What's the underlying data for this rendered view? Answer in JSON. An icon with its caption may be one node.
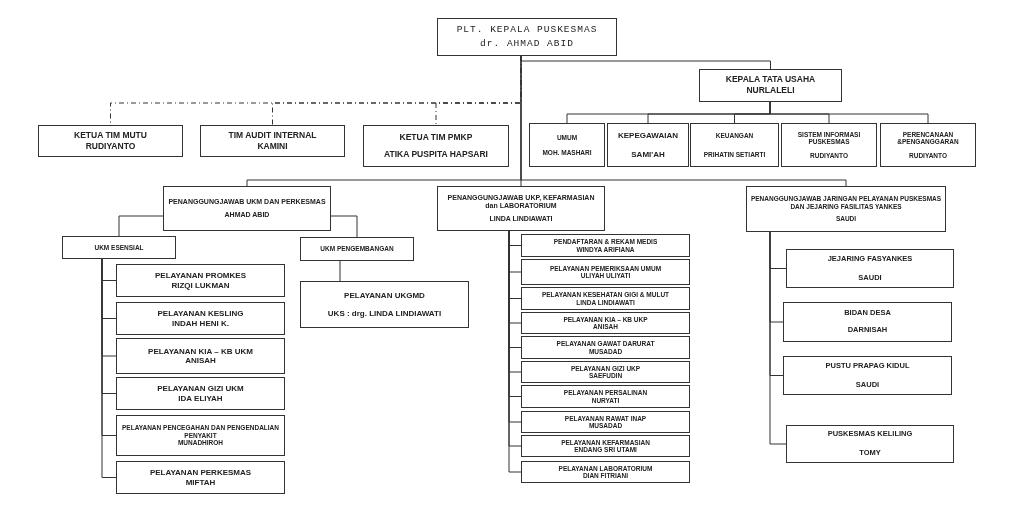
{
  "diagram": {
    "nodes": [
      {
        "text": [
          "PLT. KEPALA PUSKESMAS",
          "dr. AHMAD ABID"
        ]
      },
      {
        "text": [
          "KEPALA TATA USAHA",
          "NURLALELI"
        ]
      },
      {
        "text": [
          "KETUA TIM MUTU",
          "RUDIYANTO"
        ]
      },
      {
        "text": [
          "TIM AUDIT INTERNAL",
          "KAMINI"
        ]
      },
      {
        "text": [
          "KETUA TIM PMKP",
          "ATIKA PUSPITA HAPSARI"
        ]
      },
      {
        "text": [
          "UMUM",
          "MOH. MASHARI"
        ]
      },
      {
        "text": [
          "KEPEGAWAIAN",
          "SAMI'AH"
        ]
      },
      {
        "text": [
          "KEUANGAN",
          "PRIHATIN SETIARTI"
        ]
      },
      {
        "text": [
          "SISTEM INFORMASI PUSKESMAS",
          "RUDIYANTO"
        ]
      },
      {
        "text": [
          "PERENCANAAN &PENGANGGARAN",
          "RUDIYANTO"
        ]
      },
      {
        "text": [
          "PENANGGUNGJAWAB UKM DAN PERKESMAS",
          "AHMAD ABID"
        ]
      },
      {
        "text": [
          "PENANGGUNGJAWAB UKP, KEFARMASIAN dan LABORATORIUM",
          "LINDA LINDIAWATI"
        ]
      },
      {
        "text": [
          "PENANGGUNGJAWAB JARINGAN PELAYANAN PUSKESMAS DAN JEJARING FASILITAS YANKES",
          "SAUDI"
        ]
      },
      {
        "text": [
          "UKM ESENSIAL"
        ]
      },
      {
        "text": [
          "UKM PENGEMBANGAN"
        ]
      },
      {
        "text": [
          "PELAYANAN PROMKES",
          "RIZQI LUKMAN"
        ]
      },
      {
        "text": [
          "PELAYANAN KESLING",
          "INDAH HENI K."
        ]
      },
      {
        "text": [
          "PELAYANAN KIA – KB UKM",
          "ANISAH"
        ]
      },
      {
        "text": [
          "PELAYANAN GIZI UKM",
          "IDA ELIYAH"
        ]
      },
      {
        "text": [
          "PELAYANAN PENCEGAHAN DAN PENGENDALIAN PENYAKIT",
          "MUNADHIROH"
        ]
      },
      {
        "text": [
          "PELAYANAN PERKESMAS",
          "MIFTAH"
        ]
      },
      {
        "text": [
          "PELAYANAN UKGMD",
          "UKS : drg. LINDA LINDIAWATI"
        ]
      },
      {
        "text": [
          "PENDAFTARAN & REKAM MEDIS",
          "WINDYA ARIFIANA"
        ]
      },
      {
        "text": [
          "PELAYANAN PEMERIKSAAN UMUM",
          "ULIYAH ULIYATI"
        ]
      },
      {
        "text": [
          "PELAYANAN KESEHATAN GIGI & MULUT",
          "LINDA LINDIAWATI"
        ]
      },
      {
        "text": [
          "PELAYANAN KIA – KB UKP",
          "ANISAH"
        ]
      },
      {
        "text": [
          "PELAYANAN GAWAT DARURAT",
          "MUSADAD"
        ]
      },
      {
        "text": [
          "PELAYANAN GIZI UKP",
          "SAEFUDIN"
        ]
      },
      {
        "text": [
          "PELAYANAN PERSALINAN",
          "NURYATI"
        ]
      },
      {
        "text": [
          "PELAYANAN RAWAT INAP",
          "MUSADAD"
        ]
      },
      {
        "text": [
          "PELAYANAN KEFARMASIAN",
          "ENDANG SRI UTAMI"
        ]
      },
      {
        "text": [
          "PELAYANAN LABORATORIUM",
          "DIAN FITRIANI"
        ]
      },
      {
        "text": [
          "JEJARING FASYANKES",
          "SAUDI"
        ]
      },
      {
        "text": [
          "BIDAN DESA",
          "DARNISAH"
        ]
      },
      {
        "text": [
          "PUSTU PRAPAG KIDUL",
          "SAUDI"
        ]
      },
      {
        "text": [
          "PUSKESMAS KELILING",
          "TOMY"
        ]
      }
    ],
    "edges": [
      {
        "from": 0,
        "to": 1,
        "arrow": "none"
      },
      {
        "from": 0,
        "to": 2,
        "arrow": "none",
        "style": "dashed"
      },
      {
        "from": 0,
        "to": 3,
        "arrow": "none",
        "style": "dashed"
      },
      {
        "from": 0,
        "to": 4,
        "arrow": "none",
        "style": "dashed"
      },
      {
        "from": 1,
        "to": 5,
        "arrow": "none"
      },
      {
        "from": 1,
        "to": 6,
        "arrow": "none"
      },
      {
        "from": 1,
        "to": 7,
        "arrow": "none"
      },
      {
        "from": 1,
        "to": 8,
        "arrow": "none"
      },
      {
        "from": 1,
        "to": 9,
        "arrow": "none"
      },
      {
        "from": 0,
        "to": 10,
        "arrow": "none"
      },
      {
        "from": 0,
        "to": 11,
        "arrow": "none"
      },
      {
        "from": 0,
        "to": 12,
        "arrow": "none"
      },
      {
        "from": 10,
        "to": 13,
        "arrow": "none"
      },
      {
        "from": 10,
        "to": 14,
        "arrow": "none"
      },
      {
        "from": 13,
        "to": 15,
        "arrow": "none"
      },
      {
        "from": 13,
        "to": 16,
        "arrow": "none"
      },
      {
        "from": 13,
        "to": 17,
        "arrow": "none"
      },
      {
        "from": 13,
        "to": 18,
        "arrow": "none"
      },
      {
        "from": 13,
        "to": 19,
        "arrow": "none"
      },
      {
        "from": 13,
        "to": 20,
        "arrow": "none"
      },
      {
        "from": 14,
        "to": 21,
        "arrow": "none"
      },
      {
        "from": 11,
        "to": 22,
        "arrow": "none"
      },
      {
        "from": 11,
        "to": 23,
        "arrow": "none"
      },
      {
        "from": 11,
        "to": 24,
        "arrow": "none"
      },
      {
        "from": 11,
        "to": 25,
        "arrow": "none"
      },
      {
        "from": 11,
        "to": 26,
        "arrow": "none"
      },
      {
        "from": 11,
        "to": 27,
        "arrow": "none"
      },
      {
        "from": 11,
        "to": 28,
        "arrow": "none"
      },
      {
        "from": 11,
        "to": 29,
        "arrow": "none"
      },
      {
        "from": 11,
        "to": 30,
        "arrow": "none"
      },
      {
        "from": 11,
        "to": 31,
        "arrow": "none"
      },
      {
        "from": 12,
        "to": 32,
        "arrow": "none"
      },
      {
        "from": 12,
        "to": 33,
        "arrow": "none"
      },
      {
        "from": 12,
        "to": 34,
        "arrow": "none"
      },
      {
        "from": 12,
        "to": 35,
        "arrow": "none"
      }
    ]
  }
}
